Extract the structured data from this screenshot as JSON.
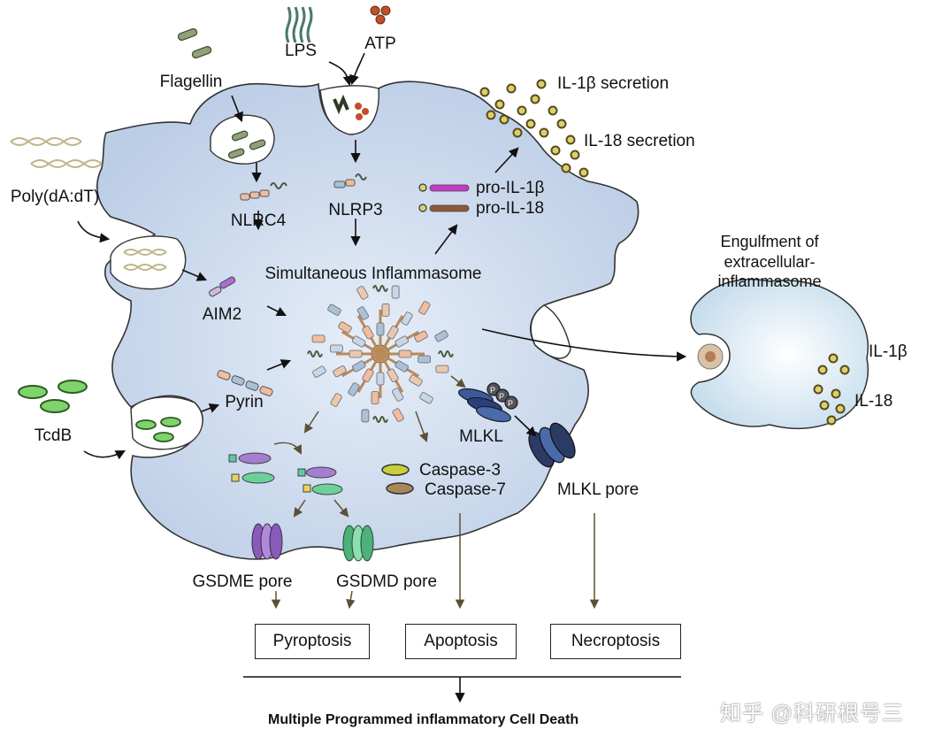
{
  "stimuli": {
    "lps": "LPS",
    "atp": "ATP",
    "flagellin": "Flagellin",
    "poly_dadt": "Poly(dA:dT)",
    "tcdb": "TcdB"
  },
  "sensors": {
    "nlrc4": "NLRC4",
    "nlrp3": "NLRP3",
    "aim2": "AIM2",
    "pyrin": "Pyrin"
  },
  "center": {
    "title": "Simultaneous Inflammasome"
  },
  "cytokines": {
    "pro_il1b": "pro-IL-1β",
    "pro_il18": "pro-IL-18",
    "il1b_secretion": "IL-1β secretion",
    "il18_secretion": "IL-18 secretion"
  },
  "effectors": {
    "caspase3": "Caspase-3",
    "caspase7": "Caspase-7",
    "mlkl": "MLKL",
    "mlkl_pore": "MLKL pore",
    "gsdme_pore": "GSDME pore",
    "gsdmd_pore": "GSDMD pore",
    "mlkl_p": "P"
  },
  "outcomes": {
    "pyroptosis": "Pyroptosis",
    "apoptosis": "Apoptosis",
    "necroptosis": "Necroptosis",
    "final": "Multiple Programmed inflammatory Cell Death"
  },
  "engulf": {
    "title_line1": "Engulfment of extracellular-",
    "title_line2": "inflammasome",
    "il1b": "IL-1β",
    "il18": "IL-18"
  },
  "watermark": "知乎 @科研根号三",
  "colors": {
    "cell_fill": "#c9d6ea",
    "cell_stroke": "#333333",
    "arrow": "#5b5236",
    "bead": "#8a7a2a",
    "purple": "#9a6bb8",
    "green": "#6bbf8a",
    "magenta": "#c040c0",
    "brown": "#8a5a3a",
    "navy": "#2c3b66"
  }
}
